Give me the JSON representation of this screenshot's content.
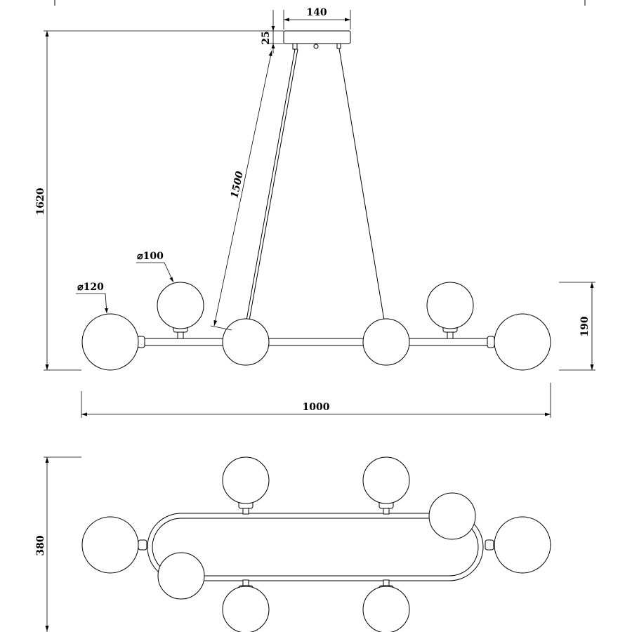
{
  "dimensions": {
    "canopy_width": "140",
    "canopy_height": "25",
    "cable_length": "1500",
    "total_height": "1620",
    "small_globe_diameter": "⌀100",
    "large_globe_diameter": "⌀120",
    "body_height": "190",
    "total_width": "1000",
    "total_depth": "380"
  }
}
